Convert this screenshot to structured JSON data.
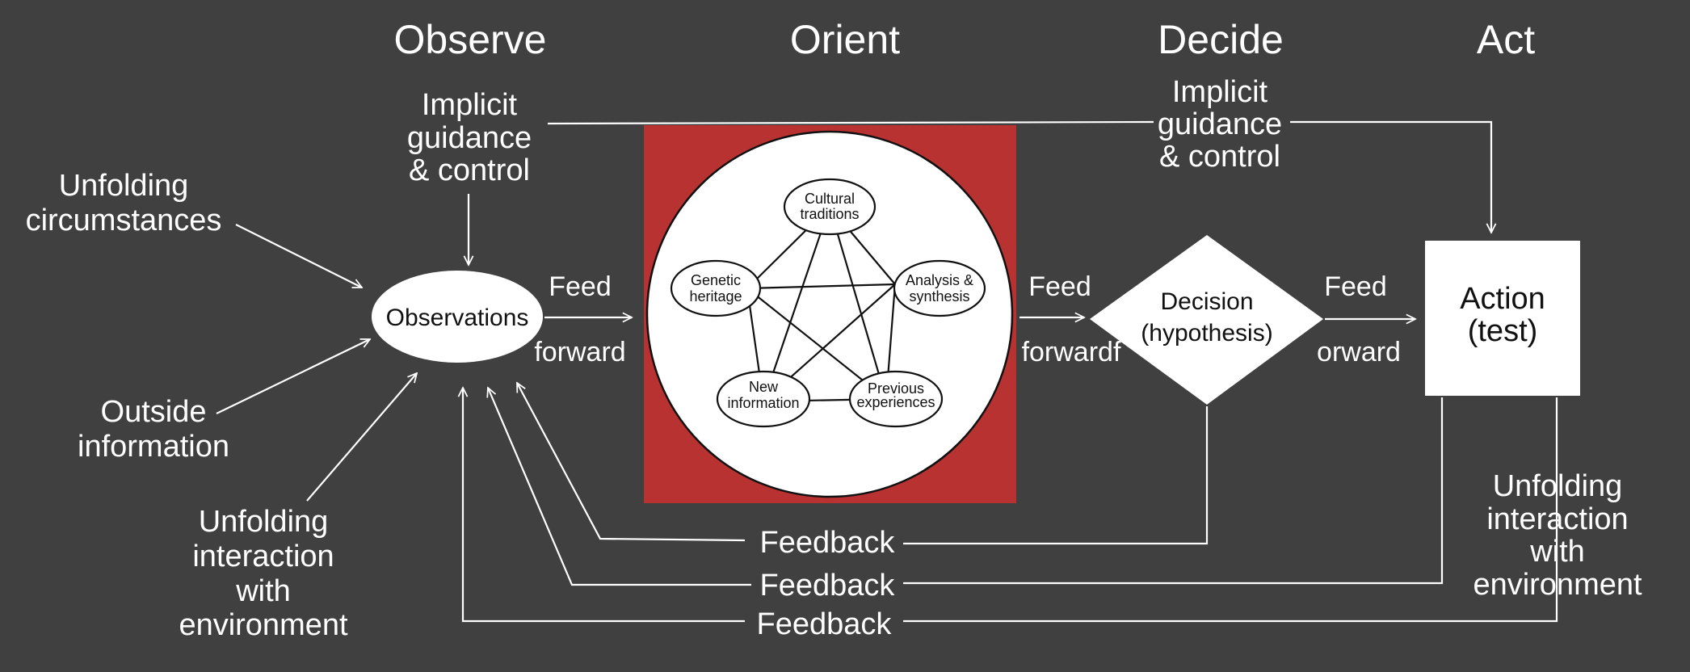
{
  "phases": {
    "observe": "Observe",
    "orient": "Orient",
    "decide": "Decide",
    "act": "Act"
  },
  "guidance_left": [
    "Implicit",
    "guidance",
    "& control"
  ],
  "guidance_right": [
    "Implicit",
    "guidance",
    "& control"
  ],
  "unfolding_circumstances": [
    "Unfolding",
    "circumstances"
  ],
  "outside_information": [
    "Outside",
    "information"
  ],
  "unfolding_interaction_left": [
    "Unfolding",
    "interaction",
    "with",
    "environment"
  ],
  "unfolding_interaction_right": [
    "Unfolding",
    "interaction",
    "with",
    "environment"
  ],
  "observations": "Observations",
  "feed_forward_1": {
    "top": "Feed",
    "bottom": "forward"
  },
  "feed_forward_2": {
    "top": "Feed",
    "bottom": "forwardf"
  },
  "feed_forward_3": {
    "top": "Feed",
    "bottom": "orward"
  },
  "orient_nodes": {
    "cultural": [
      "Cultural",
      "traditions"
    ],
    "genetic": [
      "Genetic",
      "heritage"
    ],
    "analysis": [
      "Analysis &",
      "synthesis"
    ],
    "new_info": [
      "New",
      "information"
    ],
    "previous": [
      "Previous",
      "experiences"
    ]
  },
  "decision": [
    "Decision",
    "(hypothesis)"
  ],
  "action": [
    "Action",
    "(test)"
  ],
  "feedback_1": "Feedback",
  "feedback_2": "Feedback",
  "feedback_3": "Feedback",
  "colors": {
    "background": "#404040",
    "orient_box": "#b83232",
    "foreground": "#ffffff"
  }
}
